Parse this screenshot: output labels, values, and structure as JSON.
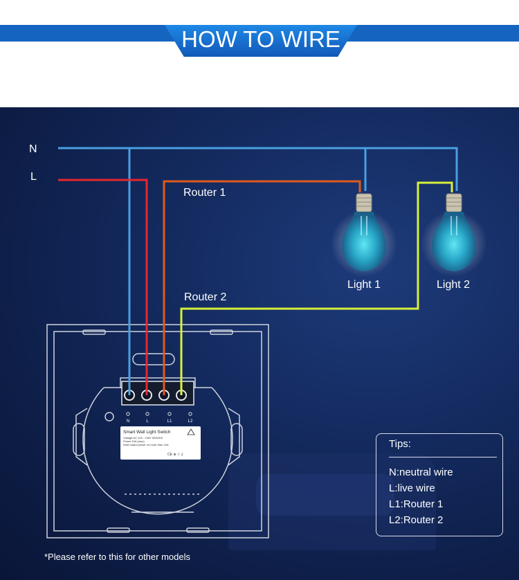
{
  "header": {
    "title": "HOW TO WIRE"
  },
  "diagram": {
    "lines": {
      "neutral": "N",
      "live": "L"
    },
    "routers": [
      "Router 1",
      "Router 2"
    ],
    "lights": [
      "Light 1",
      "Light 2"
    ],
    "switch": {
      "terminals": [
        "N",
        "L",
        "L1",
        "L2"
      ],
      "label_title": "Smart Wall Light Switch",
      "label_lines": [
        "Voltage:AC 100 - 240V  50/60HZ",
        "Power:10A (max)",
        "Note:output power no more than 10A."
      ],
      "cert_marks": "CE ⊕ ♲ ⨍"
    },
    "wire_colors": {
      "neutral": "#4a9fe0",
      "live": "#e8262e",
      "router1": "#e05a1c",
      "router2": "#d8f03a"
    }
  },
  "tips": {
    "title": "Tips:",
    "items": [
      "N:neutral wire",
      "L:live wire",
      "L1:Router 1",
      "L2:Router 2"
    ]
  },
  "footnote": "*Please refer to this for other models"
}
